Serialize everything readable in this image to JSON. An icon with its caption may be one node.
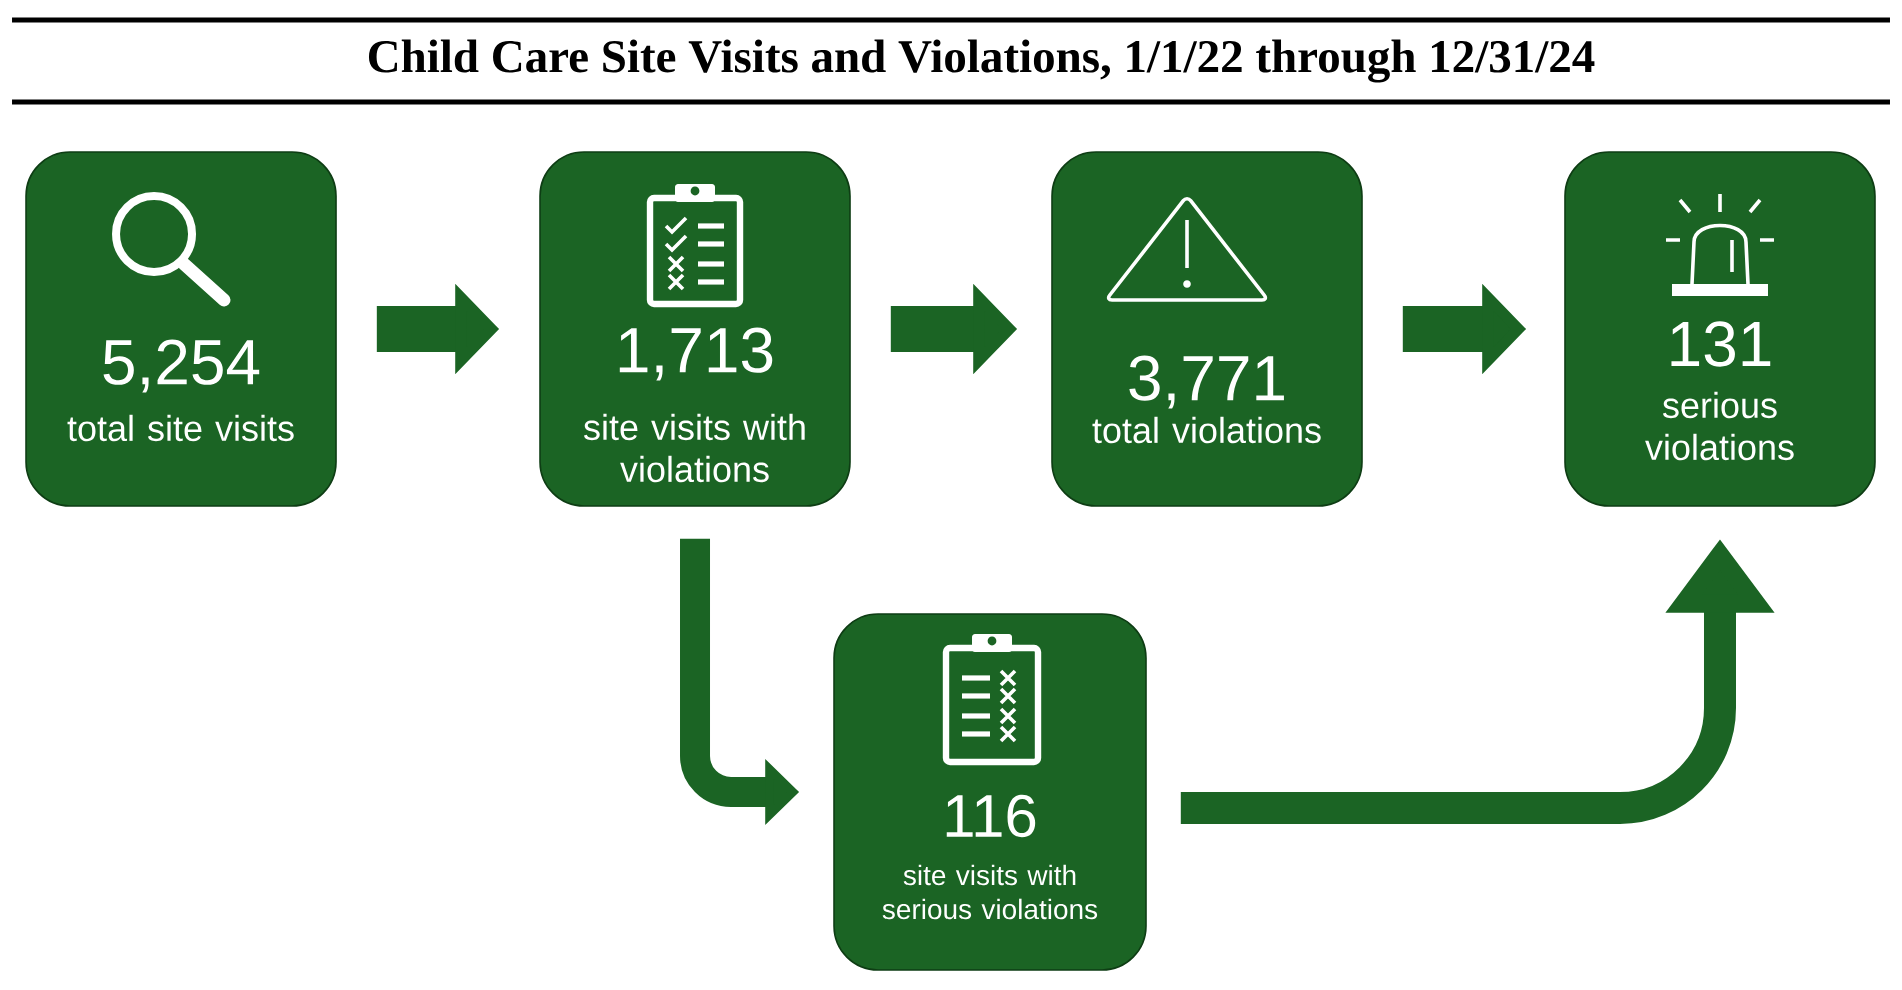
{
  "diagram": {
    "title": "Child Care Site Visits and Violations, 1/1/22 through 12/31/24",
    "nodes": [
      {
        "text": [
          "5,254",
          "total site visits"
        ]
      },
      {
        "text": [
          "1,713",
          "site visits with violations"
        ]
      },
      {
        "text": [
          "3,771",
          "total violations"
        ]
      },
      {
        "text": [
          "131",
          "serious violations"
        ]
      },
      {
        "text": [
          "116",
          "site visits with serious violations"
        ]
      }
    ],
    "edges": [
      {
        "from": 0,
        "to": 1,
        "arrow": "to"
      },
      {
        "from": 1,
        "to": 2,
        "arrow": "to"
      },
      {
        "from": 2,
        "to": 3,
        "arrow": "to"
      },
      {
        "from": 1,
        "to": 4,
        "arrow": "to"
      },
      {
        "from": 4,
        "to": 3,
        "arrow": "to"
      }
    ]
  }
}
